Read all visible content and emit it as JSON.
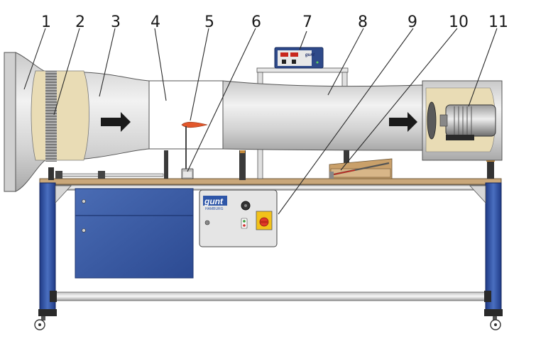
{
  "callouts": [
    {
      "label": "1"
    },
    {
      "label": "2"
    },
    {
      "label": "3"
    },
    {
      "label": "4"
    },
    {
      "label": "5"
    },
    {
      "label": "6"
    },
    {
      "label": "7"
    },
    {
      "label": "8"
    },
    {
      "label": "9"
    },
    {
      "label": "10"
    },
    {
      "label": "11"
    }
  ],
  "control_box": {
    "brand": "gunt",
    "brand_sub": "HAMBURG"
  },
  "meter": {
    "brand": "gunt"
  },
  "colors": {
    "duct_light": "#e6e6e6",
    "duct_dark": "#a8a8a8",
    "frame_blue": "#2f4fa0",
    "cabinet_blue": "#3a5ea8",
    "table_top": "#c9a77a",
    "screen_beige": "#e9dcb5",
    "model_orange": "#e2572b",
    "switch_red": "#e23a2a",
    "switch_yellow": "#f2c21a"
  },
  "icons": [
    "flow-arrow-icon",
    "flow-arrow-icon"
  ]
}
